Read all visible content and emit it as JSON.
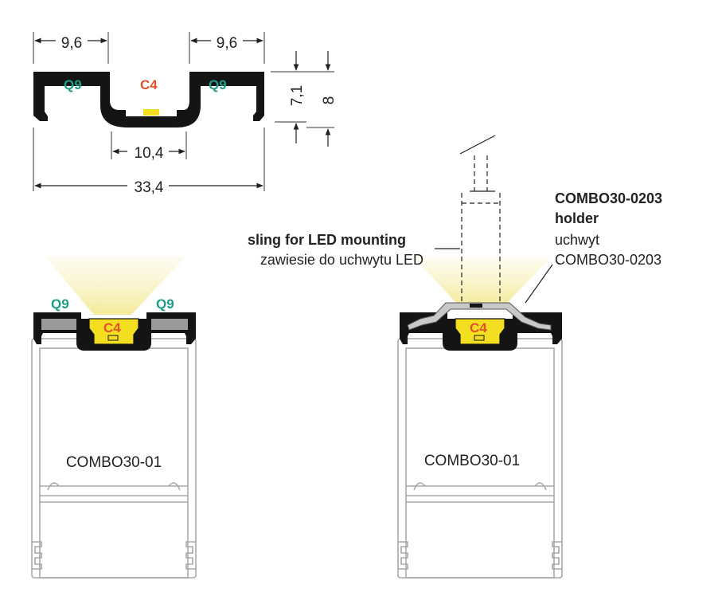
{
  "colors": {
    "q9": "#1f9c84",
    "c4": "#e3522b",
    "profile_black": "#141414",
    "led_yellow": "#f3df1f",
    "light_beam": "#f6f0b6",
    "diffuser_grey": "#9a9a9a",
    "body_grey": "#b9b9b9"
  },
  "dimensions": {
    "left_channel": "9,6",
    "right_channel": "9,6",
    "bottom_channel": "10,4",
    "total_width": "33,4",
    "inner_height": "7,1",
    "total_height": "8"
  },
  "tags": {
    "q9": "Q9",
    "c4": "C4"
  },
  "left_profile": {
    "name": "COMBO30-01"
  },
  "right_profile": {
    "name": "COMBO30-01",
    "sling_en": "sling for LED mounting",
    "sling_pl": "zawiesie do uchwytu LED",
    "holder_en_line1": "COMBO30-0203",
    "holder_en_line2": "holder",
    "holder_pl_line1": "uchwyt",
    "holder_pl_line2": "COMBO30-0203"
  }
}
